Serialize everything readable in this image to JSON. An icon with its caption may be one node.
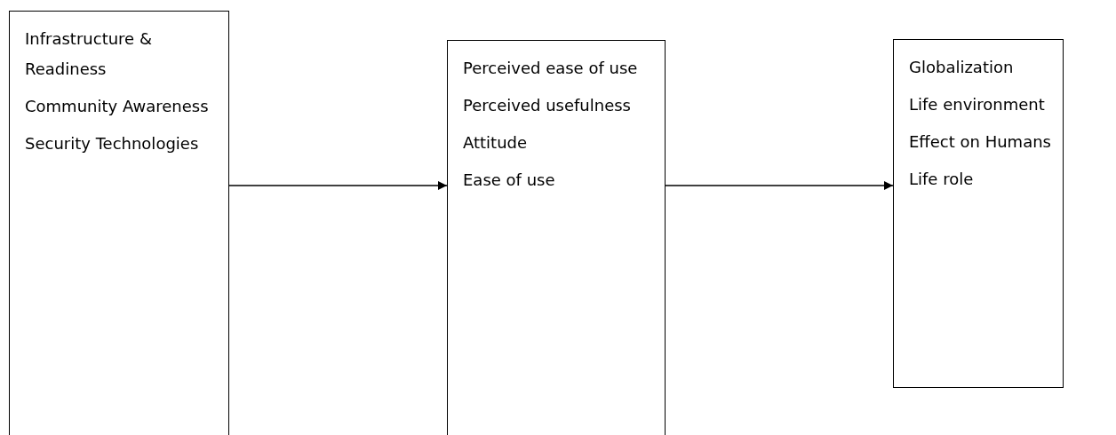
{
  "diagram": {
    "nodes": [
      {
        "text": [
          "Infrastructure & Readiness",
          "Community Awareness",
          "Security Technologies"
        ]
      },
      {
        "text": [
          "Perceived ease of use",
          "Perceived usefulness",
          "Attitude",
          "Ease of use"
        ]
      },
      {
        "text": [
          "Globalization",
          "Life environment",
          "Effect on Humans",
          "Life role"
        ]
      }
    ],
    "edges": [
      {
        "from": 0,
        "to": 1,
        "arrow": "to"
      },
      {
        "from": 1,
        "to": 2,
        "arrow": "to"
      }
    ]
  }
}
